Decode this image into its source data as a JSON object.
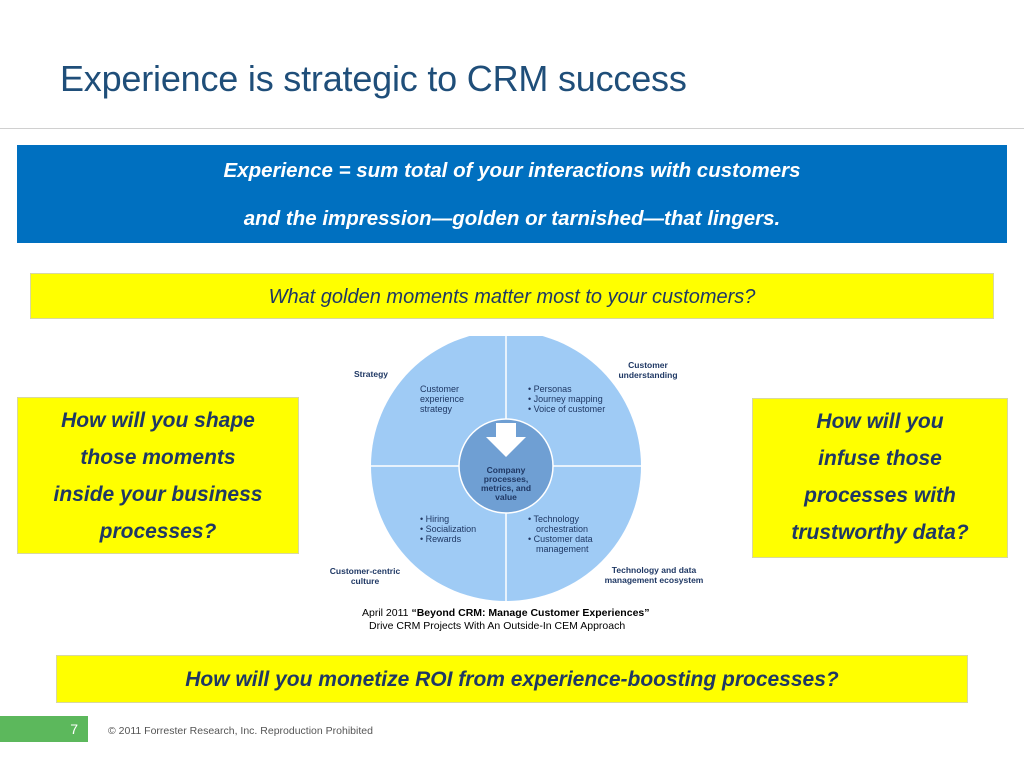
{
  "slide": {
    "title": "Experience is strategic to CRM success",
    "definition_line1": "Experience = sum total of your interactions with customers",
    "definition_line2": "and the impression—golden or tarnished—that lingers.",
    "question_top": "What golden moments matter most to your customers?",
    "question_left_lines": [
      "How will you shape",
      "those moments",
      "inside your business",
      "processes?"
    ],
    "question_right_lines": [
      "How will you",
      "infuse those",
      "processes with",
      "trustworthy data?"
    ],
    "question_bottom": "How will you monetize ROI from experience-boosting processes?",
    "page_number": "7",
    "footer": "© 2011 Forrester Research, Inc. Reproduction Prohibited"
  },
  "diagram": {
    "labels": {
      "strategy": "Strategy",
      "customer_understanding_1": "Customer",
      "customer_understanding_2": "understanding",
      "customer_centric_1": "Customer-centric",
      "customer_centric_2": "culture",
      "tech_1": "Technology and data",
      "tech_2": "management ecosystem"
    },
    "quadrant_tl": [
      "Customer",
      "experience",
      "strategy"
    ],
    "quadrant_tr": [
      "• Personas",
      "• Journey mapping",
      "• Voice of customer"
    ],
    "quadrant_bl": [
      "• Hiring",
      "• Socialization",
      "• Rewards"
    ],
    "quadrant_br": [
      "• Technology",
      "orchestration",
      "• Customer data",
      "management"
    ],
    "center": [
      "Company",
      "processes,",
      "metrics, and",
      "value"
    ],
    "colors": {
      "outer": "#9fcbf5",
      "center": "#6f9fd3",
      "divider": "#ffffff"
    }
  },
  "citation": {
    "date": "April 2011",
    "report_title": "“Beyond CRM: Manage Customer Experiences”",
    "subtitle": "Drive CRM Projects With An Outside-In CEM Approach"
  },
  "colors": {
    "title": "#1f4e79",
    "blue_box": "#0070c0",
    "highlight": "#ffff00",
    "page_number_bg": "#5cb85c"
  }
}
